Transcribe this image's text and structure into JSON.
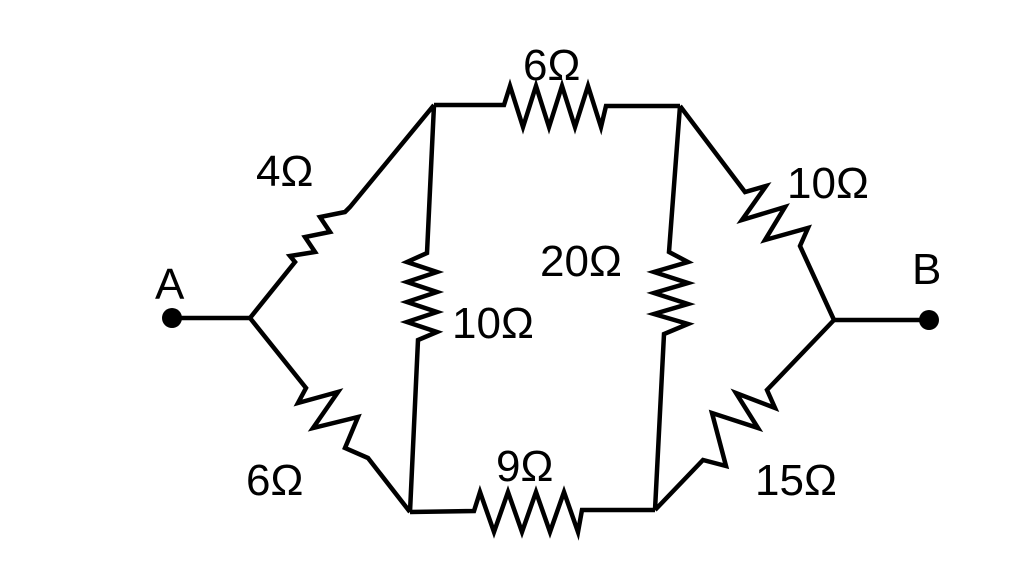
{
  "diagram": {
    "type": "resistor-network",
    "terminals": [
      {
        "id": "A",
        "label": "A"
      },
      {
        "id": "B",
        "label": "B"
      }
    ],
    "resistors": [
      {
        "id": "R_left_top",
        "label": "4Ω",
        "value_ohm": 4,
        "from": "junction_A",
        "to": "node_top_left"
      },
      {
        "id": "R_left_bottom",
        "label": "6Ω",
        "value_ohm": 6,
        "from": "junction_A",
        "to": "node_bottom_left"
      },
      {
        "id": "R_top",
        "label": "6Ω",
        "value_ohm": 6,
        "from": "node_top_left",
        "to": "node_top_right"
      },
      {
        "id": "R_mid_left",
        "label": "10Ω",
        "value_ohm": 10,
        "from": "node_top_left",
        "to": "node_bottom_left"
      },
      {
        "id": "R_mid_right",
        "label": "20Ω",
        "value_ohm": 20,
        "from": "node_top_right",
        "to": "node_bottom_right"
      },
      {
        "id": "R_bottom",
        "label": "9Ω",
        "value_ohm": 9,
        "from": "node_bottom_left",
        "to": "node_bottom_right"
      },
      {
        "id": "R_right_top",
        "label": "10Ω",
        "value_ohm": 10,
        "from": "node_top_right",
        "to": "junction_B"
      },
      {
        "id": "R_right_bottom",
        "label": "15Ω",
        "value_ohm": 15,
        "from": "node_bottom_right",
        "to": "junction_B"
      }
    ],
    "colors": {
      "stroke": "#000000",
      "background": "#ffffff"
    }
  }
}
